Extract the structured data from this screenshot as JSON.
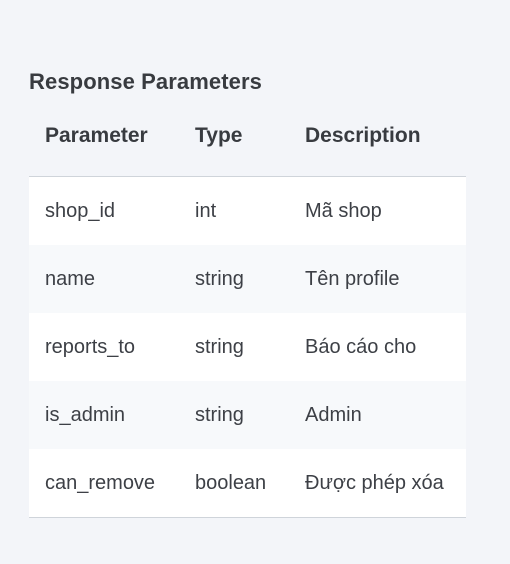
{
  "section": {
    "title": "Response Parameters"
  },
  "table": {
    "headers": [
      "Parameter",
      "Type",
      "Description"
    ],
    "rows": [
      {
        "parameter": "shop_id",
        "type": "int",
        "description": "Mã shop"
      },
      {
        "parameter": "name",
        "type": "string",
        "description": "Tên profile"
      },
      {
        "parameter": "reports_to",
        "type": "string",
        "description": "Báo cáo cho"
      },
      {
        "parameter": "is_admin",
        "type": "string",
        "description": "Admin"
      },
      {
        "parameter": "can_remove",
        "type": "boolean",
        "description": "Được phép xóa"
      }
    ]
  }
}
